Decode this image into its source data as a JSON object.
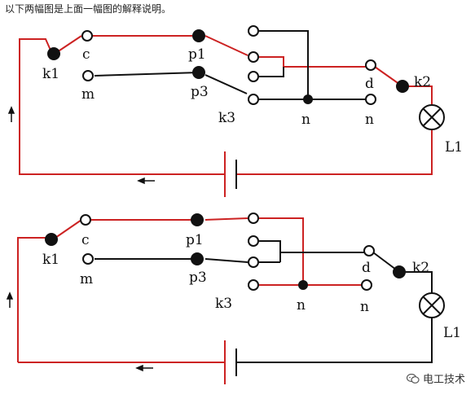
{
  "caption": "以下两幅图是上面一幅图的解释说明。",
  "labels": {
    "k1": "k1",
    "c": "c",
    "m": "m",
    "p1": "p1",
    "p3": "p3",
    "k3": "k3",
    "n": "n",
    "d": "d",
    "k2": "k2",
    "L1": "L1"
  },
  "watermark": "电工技术",
  "colors": {
    "red_wire": "#cc2222",
    "black_wire": "#111111"
  },
  "icons": [
    "arrow-up-icon",
    "arrow-left-icon",
    "battery-icon",
    "lamp-icon",
    "wechat-icon"
  ]
}
